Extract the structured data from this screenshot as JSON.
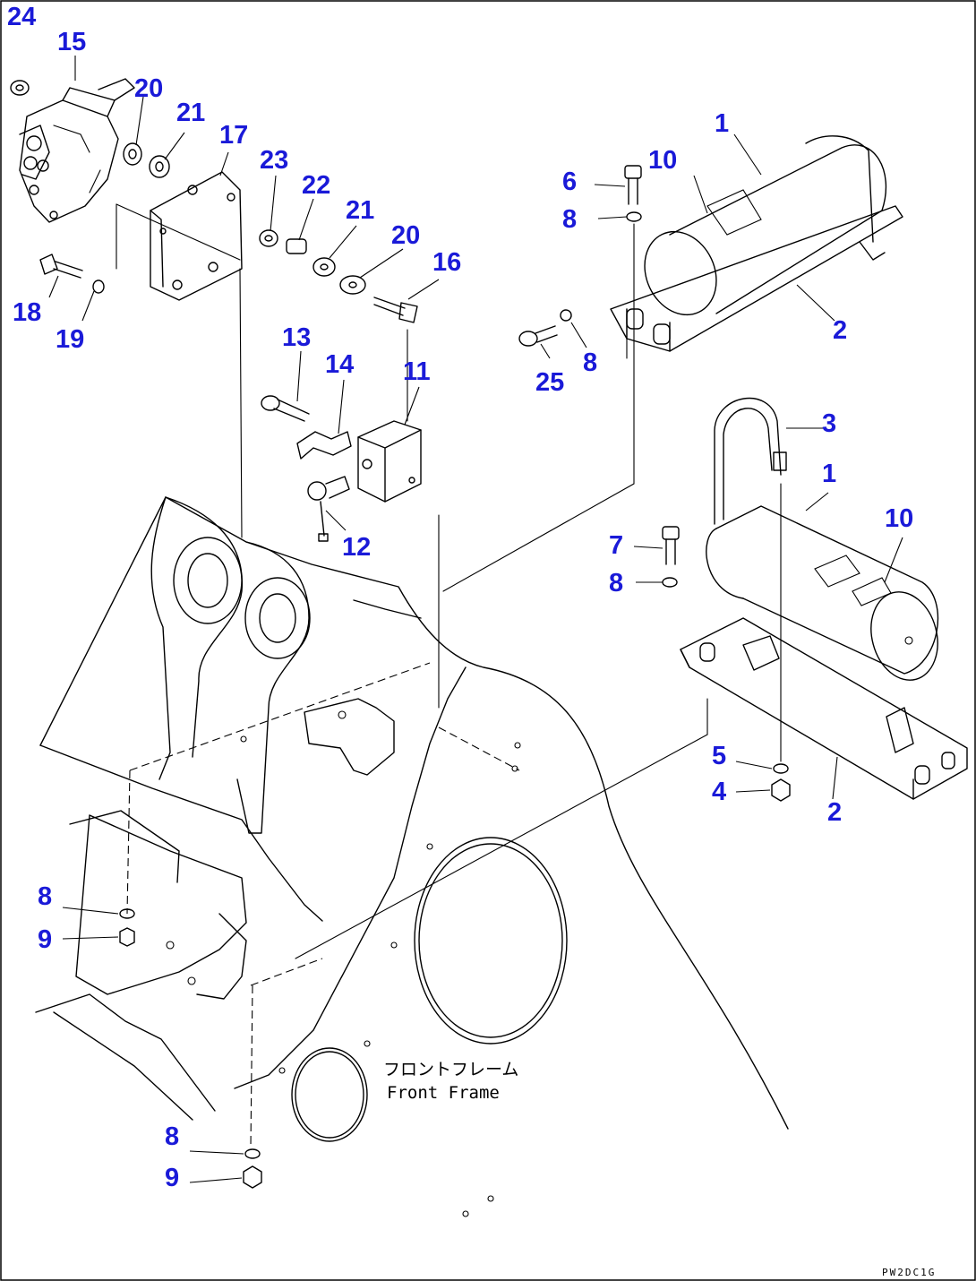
{
  "frame_label": {
    "jp": "フロントフレーム",
    "en": "Front Frame"
  },
  "drawing_code": "PW2DC1G",
  "callouts": [
    {
      "id": "c24",
      "text": "24"
    },
    {
      "id": "c15",
      "text": "15"
    },
    {
      "id": "c20a",
      "text": "20"
    },
    {
      "id": "c21a",
      "text": "21"
    },
    {
      "id": "c17",
      "text": "17"
    },
    {
      "id": "c23",
      "text": "23"
    },
    {
      "id": "c22",
      "text": "22"
    },
    {
      "id": "c21b",
      "text": "21"
    },
    {
      "id": "c20b",
      "text": "20"
    },
    {
      "id": "c16",
      "text": "16"
    },
    {
      "id": "c18",
      "text": "18"
    },
    {
      "id": "c19",
      "text": "19"
    },
    {
      "id": "c13",
      "text": "13"
    },
    {
      "id": "c14",
      "text": "14"
    },
    {
      "id": "c11",
      "text": "11"
    },
    {
      "id": "c12",
      "text": "12"
    },
    {
      "id": "c6",
      "text": "6"
    },
    {
      "id": "c10a",
      "text": "10"
    },
    {
      "id": "c1a",
      "text": "1"
    },
    {
      "id": "c8a",
      "text": "8"
    },
    {
      "id": "c2a",
      "text": "2"
    },
    {
      "id": "c25",
      "text": "25"
    },
    {
      "id": "c8b",
      "text": "8"
    },
    {
      "id": "c3",
      "text": "3"
    },
    {
      "id": "c1b",
      "text": "1"
    },
    {
      "id": "c10b",
      "text": "10"
    },
    {
      "id": "c7",
      "text": "7"
    },
    {
      "id": "c8c",
      "text": "8"
    },
    {
      "id": "c5",
      "text": "5"
    },
    {
      "id": "c4",
      "text": "4"
    },
    {
      "id": "c2b",
      "text": "2"
    },
    {
      "id": "c8d",
      "text": "8"
    },
    {
      "id": "c9a",
      "text": "9"
    },
    {
      "id": "c8e",
      "text": "8"
    },
    {
      "id": "c9b",
      "text": "9"
    }
  ]
}
